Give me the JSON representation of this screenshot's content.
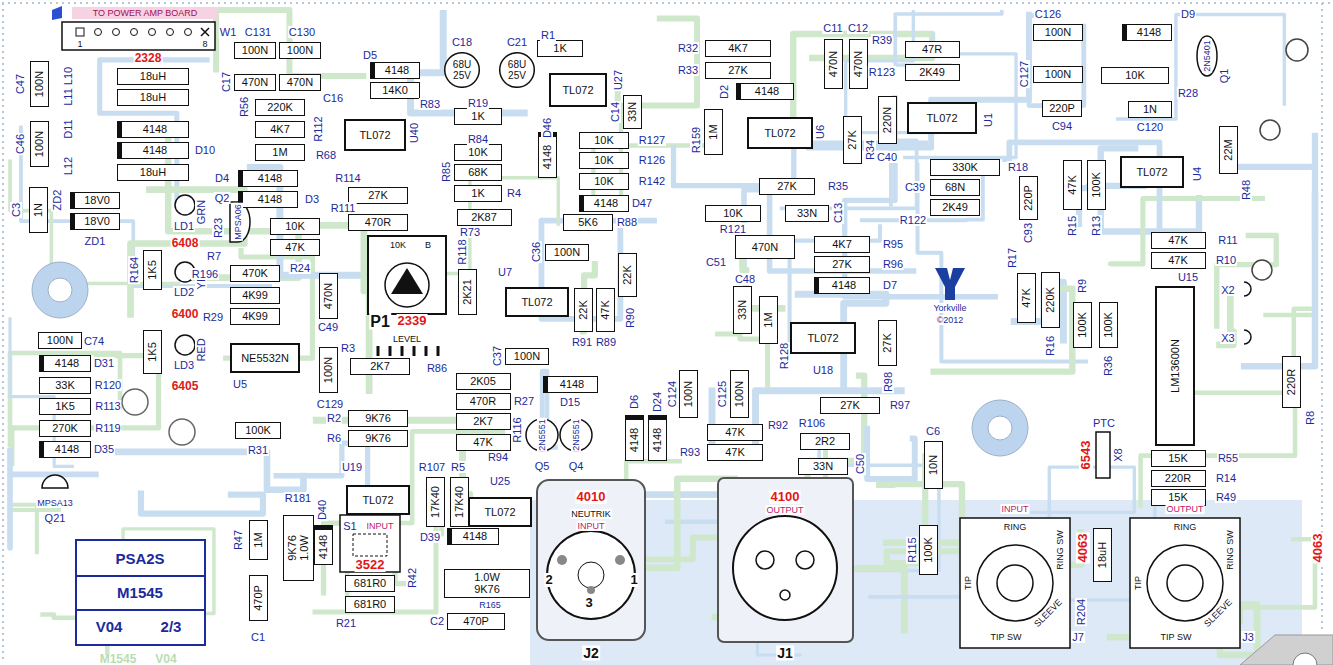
{
  "diagram": {
    "nodes": [
      {
        "text": [
          "100N"
        ]
      },
      {
        "text": [
          "100N"
        ]
      },
      {
        "text": [
          "470N"
        ]
      },
      {
        "text": [
          "470N"
        ]
      },
      {
        "text": [
          "220K"
        ]
      },
      {
        "text": [
          "4K7"
        ]
      },
      {
        "text": [
          "1M"
        ]
      },
      {
        "text": [
          "18uH"
        ]
      },
      {
        "text": [
          "18uH"
        ]
      },
      {
        "text": [
          "4148"
        ]
      },
      {
        "text": [
          "4148"
        ]
      },
      {
        "text": [
          "18uH"
        ]
      },
      {
        "text": [
          "100N"
        ]
      },
      {
        "text": [
          "100N"
        ]
      },
      {
        "text": [
          "1N"
        ]
      },
      {
        "text": [
          "18V0"
        ]
      },
      {
        "text": [
          "18V0"
        ]
      },
      {
        "text": [
          "4148"
        ]
      },
      {
        "text": [
          "4148"
        ]
      },
      {
        "text": [
          "10K"
        ]
      },
      {
        "text": [
          "47K"
        ]
      },
      {
        "text": [
          "4148"
        ]
      },
      {
        "text": [
          "14K0"
        ]
      },
      {
        "text": [
          "68U",
          "25V"
        ]
      },
      {
        "text": [
          "68U",
          "25V"
        ]
      },
      {
        "text": [
          "1K"
        ]
      },
      {
        "text": [
          "TL072"
        ]
      },
      {
        "text": [
          "33N"
        ]
      },
      {
        "text": [
          "TL072"
        ]
      },
      {
        "text": [
          "1K"
        ]
      },
      {
        "text": [
          "10K"
        ]
      },
      {
        "text": [
          "68K"
        ]
      },
      {
        "text": [
          "1K"
        ]
      },
      {
        "text": [
          "4148"
        ]
      },
      {
        "text": [
          "10K"
        ]
      },
      {
        "text": [
          "10K"
        ]
      },
      {
        "text": [
          "10K"
        ]
      },
      {
        "text": [
          "4148"
        ]
      },
      {
        "text": [
          "5K6"
        ]
      },
      {
        "text": [
          "27K"
        ]
      },
      {
        "text": [
          "470R"
        ]
      },
      {
        "text": [
          "2K87"
        ]
      },
      {
        "text": [
          "470K"
        ]
      },
      {
        "text": [
          "4K99"
        ]
      },
      {
        "text": [
          "4K99"
        ]
      },
      {
        "text": [
          "470N"
        ]
      },
      {
        "text": [
          "2K21"
        ]
      },
      {
        "text": [
          "100N"
        ]
      },
      {
        "text": [
          "TL072"
        ]
      },
      {
        "text": [
          "22K"
        ]
      },
      {
        "text": [
          "47K"
        ]
      },
      {
        "text": [
          "22K"
        ]
      },
      {
        "text": [
          "1K5"
        ]
      },
      {
        "text": [
          "1K5"
        ]
      },
      {
        "text": [
          "100N"
        ]
      },
      {
        "text": [
          "4148"
        ]
      },
      {
        "text": [
          "33K"
        ]
      },
      {
        "text": [
          "1K5"
        ]
      },
      {
        "text": [
          "270K"
        ]
      },
      {
        "text": [
          "4148"
        ]
      },
      {
        "text": [
          "NE5532N"
        ]
      },
      {
        "text": [
          "100N"
        ]
      },
      {
        "text": [
          "2K7"
        ]
      },
      {
        "text": [
          "100K"
        ]
      },
      {
        "text": [
          "9K76"
        ]
      },
      {
        "text": [
          "9K76"
        ]
      },
      {
        "text": [
          "TL072"
        ]
      },
      {
        "text": [
          "17K40"
        ]
      },
      {
        "text": [
          "17K40"
        ]
      },
      {
        "text": [
          "TL072"
        ]
      },
      {
        "text": [
          "2K05"
        ]
      },
      {
        "text": [
          "470R"
        ]
      },
      {
        "text": [
          "2K7"
        ]
      },
      {
        "text": [
          "47K"
        ]
      },
      {
        "text": [
          "4148"
        ]
      },
      {
        "text": [
          "4148"
        ]
      },
      {
        "text": [
          "4148"
        ]
      },
      {
        "text": [
          "100N"
        ]
      },
      {
        "text": [
          "100N"
        ]
      },
      {
        "text": [
          "47K"
        ]
      },
      {
        "text": [
          "47K"
        ]
      },
      {
        "text": [
          "27K"
        ]
      },
      {
        "text": [
          "2R2"
        ]
      },
      {
        "text": [
          "33N"
        ]
      },
      {
        "text": [
          "10N"
        ]
      },
      {
        "text": [
          "100K"
        ]
      },
      {
        "text": [
          "18uH"
        ]
      },
      {
        "text": [
          "15K"
        ]
      },
      {
        "text": [
          "220R"
        ]
      },
      {
        "text": [
          "15K"
        ]
      },
      {
        "text": [
          "220R"
        ]
      },
      {
        "text": [
          "LM13600N"
        ]
      },
      {
        "text": [
          "100K"
        ]
      },
      {
        "text": [
          "100K"
        ]
      },
      {
        "text": [
          "220K"
        ]
      },
      {
        "text": [
          "47K"
        ]
      },
      {
        "text": [
          "47K"
        ]
      },
      {
        "text": [
          "47K"
        ]
      },
      {
        "text": [
          "47K"
        ]
      },
      {
        "text": [
          "100K"
        ]
      },
      {
        "text": [
          "TL072"
        ]
      },
      {
        "text": [
          "22M"
        ]
      },
      {
        "text": [
          "100N"
        ]
      },
      {
        "text": [
          "100N"
        ]
      },
      {
        "text": [
          "4148"
        ]
      },
      {
        "text": [
          "10K"
        ]
      },
      {
        "text": [
          "220P"
        ]
      },
      {
        "text": [
          "1N"
        ]
      },
      {
        "text": [
          "47R"
        ]
      },
      {
        "text": [
          "2K49"
        ]
      },
      {
        "text": [
          "TL072"
        ]
      },
      {
        "text": [
          "220N"
        ]
      },
      {
        "text": [
          "470N"
        ]
      },
      {
        "text": [
          "470N"
        ]
      },
      {
        "text": [
          "4K7"
        ]
      },
      {
        "text": [
          "27K"
        ]
      },
      {
        "text": [
          "4148"
        ]
      },
      {
        "text": [
          "TL072"
        ]
      },
      {
        "text": [
          "1M"
        ]
      },
      {
        "text": [
          "27K"
        ]
      },
      {
        "text": [
          "27K"
        ]
      },
      {
        "text": [
          "10K"
        ]
      },
      {
        "text": [
          "33N"
        ]
      },
      {
        "text": [
          "330K"
        ]
      },
      {
        "text": [
          "68N"
        ]
      },
      {
        "text": [
          "220P"
        ]
      },
      {
        "text": [
          "2K49"
        ]
      },
      {
        "text": [
          "470N"
        ]
      },
      {
        "text": [
          "4K7"
        ]
      },
      {
        "text": [
          "27K"
        ]
      },
      {
        "text": [
          "4148"
        ]
      },
      {
        "text": [
          "33N"
        ]
      },
      {
        "text": [
          "1M"
        ]
      },
      {
        "text": [
          "TL072"
        ]
      },
      {
        "text": [
          "27K"
        ]
      },
      {
        "text": [
          "100N"
        ]
      },
      {
        "text": [
          "1M"
        ]
      },
      {
        "text": [
          "470P"
        ]
      },
      {
        "text": [
          "9K76",
          "1.0W"
        ]
      },
      {
        "text": [
          "4148"
        ]
      },
      {
        "text": [
          "681R0"
        ]
      },
      {
        "text": [
          "681R0"
        ]
      },
      {
        "text": [
          "4148"
        ]
      },
      {
        "text": [
          "1.0W",
          "9K76"
        ]
      },
      {
        "text": [
          "470P"
        ]
      },
      {
        "text": [
          "PSA2S",
          "M1545",
          "V04",
          "2/3"
        ]
      }
    ],
    "labels": [
      "TO POWER AMP BOARD",
      "1",
      "8",
      "W1",
      "2328",
      "C131",
      "C130",
      "C17",
      "C16",
      "R56",
      "R112",
      "R68",
      "C47",
      "L10",
      "L11",
      "D11",
      "C46",
      "D10",
      "L12",
      "C3",
      "ZD2",
      "ZD1",
      "D4",
      "D3",
      "LD1",
      "GRN",
      "6408",
      "LD2",
      "YEL",
      "6400",
      "LD3",
      "RED",
      "6405",
      "Q2",
      "MPSA06",
      "R7",
      "R23",
      "R24",
      "R196",
      "R29",
      "R164",
      "C74",
      "D31",
      "R120",
      "R113",
      "R119",
      "D35",
      "MPSA13",
      "Q21",
      "U5",
      "C49",
      "C129",
      "R3",
      "R31",
      "R2",
      "R6",
      "U19",
      "R107",
      "R5",
      "U25",
      "R86",
      "R27",
      "R116",
      "R94",
      "D15",
      "Q5",
      "Q4",
      "2N5551",
      "2N5551",
      "D6",
      "D24",
      "C124",
      "C125",
      "R92",
      "R93",
      "R106",
      "R97",
      "C50",
      "C6",
      "R115",
      "PTC",
      "X8",
      "6543",
      "R204",
      "R55",
      "R14",
      "R49",
      "X2",
      "X3",
      "R8",
      "U15",
      "R9",
      "R36",
      "R16",
      "R17",
      "R11",
      "R10",
      "R15",
      "R13",
      "U4",
      "R48",
      "C126",
      "C127",
      "D9",
      "R28",
      "Q1",
      "2N5401",
      "C94",
      "C120",
      "R39",
      "R123",
      "U1",
      "C40",
      "C11",
      "C12",
      "R32",
      "R33",
      "D2",
      "U6",
      "R159",
      "R34",
      "R35",
      "R121",
      "C13",
      "R18",
      "C39",
      "C93",
      "R122",
      "C14",
      "U27",
      "R1",
      "C18",
      "C21",
      "D5",
      "R83",
      "U40",
      "R19",
      "R84",
      "R85",
      "R4",
      "D46",
      "R127",
      "R126",
      "R142",
      "D47",
      "R88",
      "R114",
      "R111",
      "R73",
      "P1",
      "2339",
      "LEVEL",
      "10K",
      "B",
      "R118",
      "C36",
      "U7",
      "R91",
      "R89",
      "R90",
      "C37",
      "C48",
      "R128",
      "U18",
      "R98",
      "C51",
      "R95",
      "R96",
      "D7",
      "Yorkville",
      "©2012",
      "J2",
      "4010",
      "NEUTRIK",
      "INPUT",
      "2",
      "1",
      "3",
      "J1",
      "4100",
      "OUTPUT",
      "INPUT",
      "RING",
      "TIP",
      "RING SW",
      "SLEEVE",
      "TIP SW",
      "J7",
      "4063",
      "OUTPUT",
      "RING",
      "TIP",
      "RING SW",
      "SLEEVE",
      "TIP SW",
      "J3",
      "4063",
      "S1",
      "INPUT",
      "3522",
      "R181",
      "D40",
      "R47",
      "C1",
      "R42",
      "R21",
      "D39",
      "C2",
      "R165",
      "M1545",
      "V04"
    ]
  }
}
